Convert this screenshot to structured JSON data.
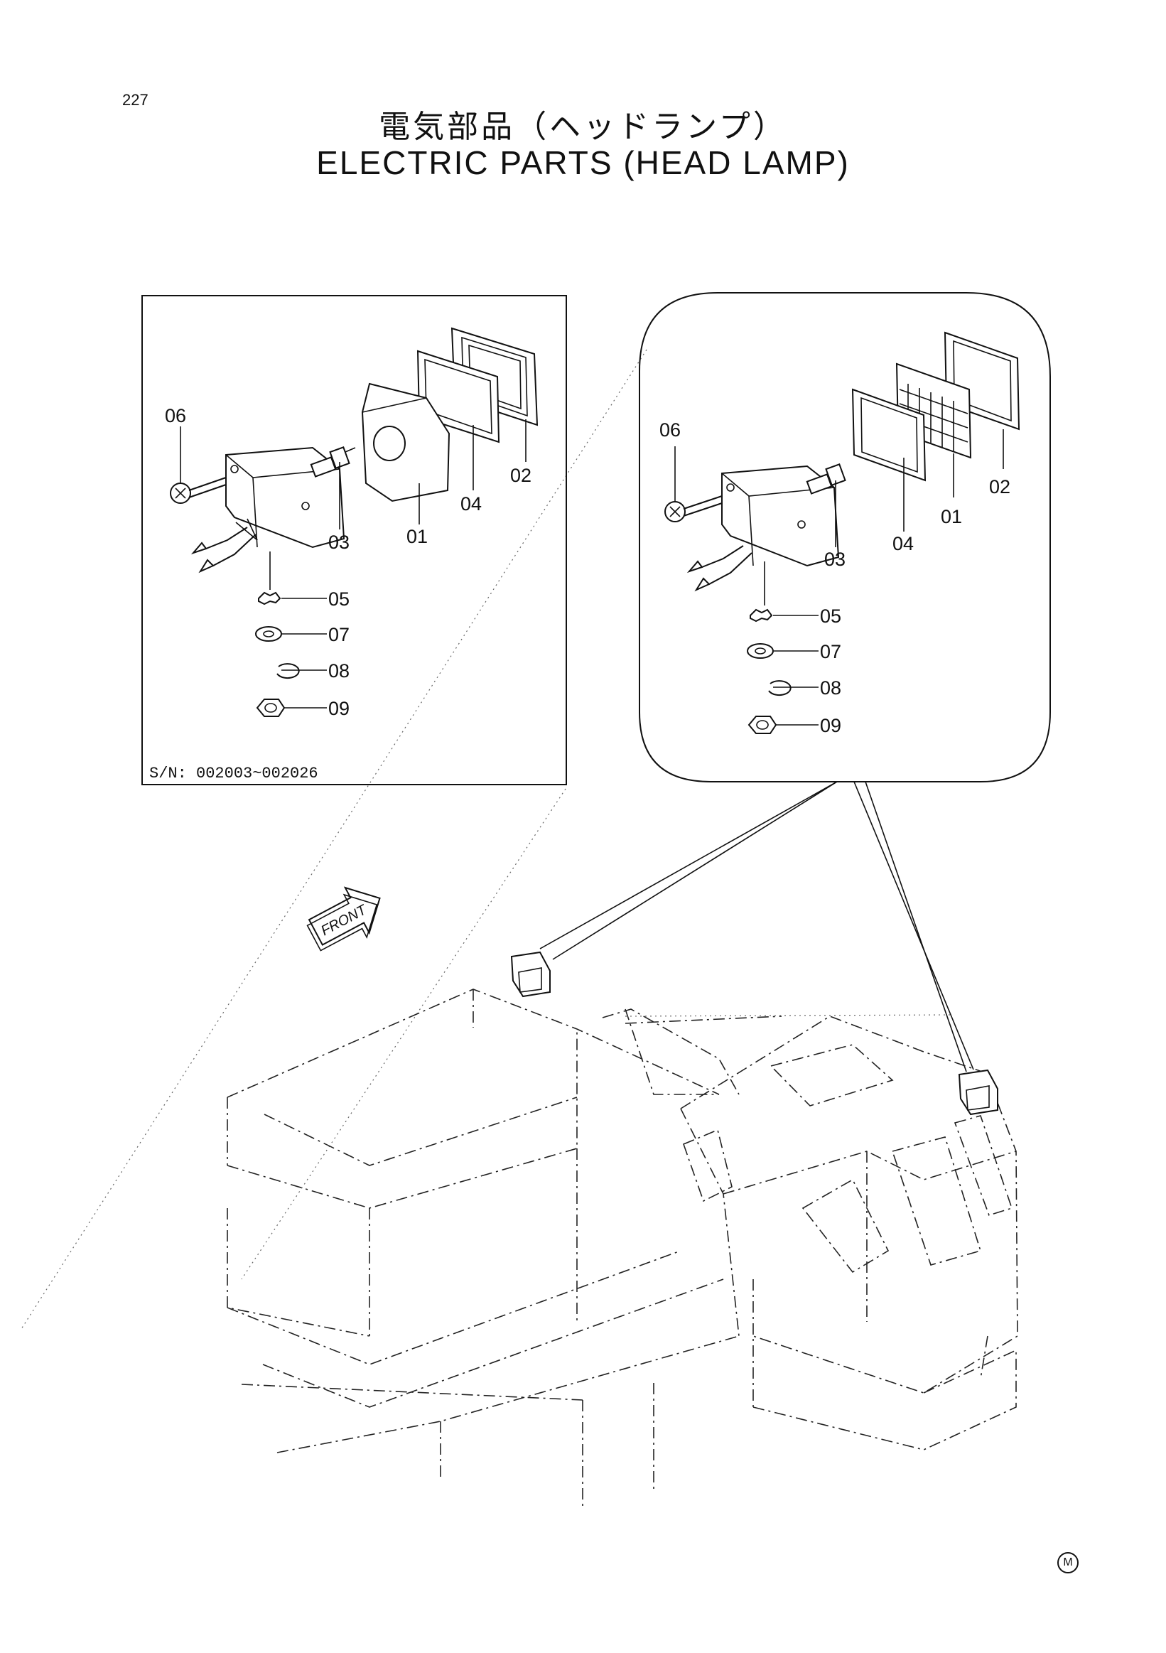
{
  "page": {
    "number": "227"
  },
  "title": {
    "japanese": "電気部品（ヘッドランプ）",
    "english": "ELECTRIC PARTS (HEAD LAMP)"
  },
  "left_box": {
    "serial_note": "S/N: 002003~002026",
    "labels": {
      "p01": "01",
      "p02": "02",
      "p03": "03",
      "p04": "04",
      "p05": "05",
      "p06": "06",
      "p07": "07",
      "p08": "08",
      "p09": "09"
    }
  },
  "right_callout": {
    "labels": {
      "p01": "01",
      "p02": "02",
      "p03": "03",
      "p04": "04",
      "p05": "05",
      "p06": "06",
      "p07": "07",
      "p08": "08",
      "p09": "09"
    }
  },
  "front_arrow": {
    "label": "FRONT"
  },
  "footer": {
    "mark": "M"
  }
}
